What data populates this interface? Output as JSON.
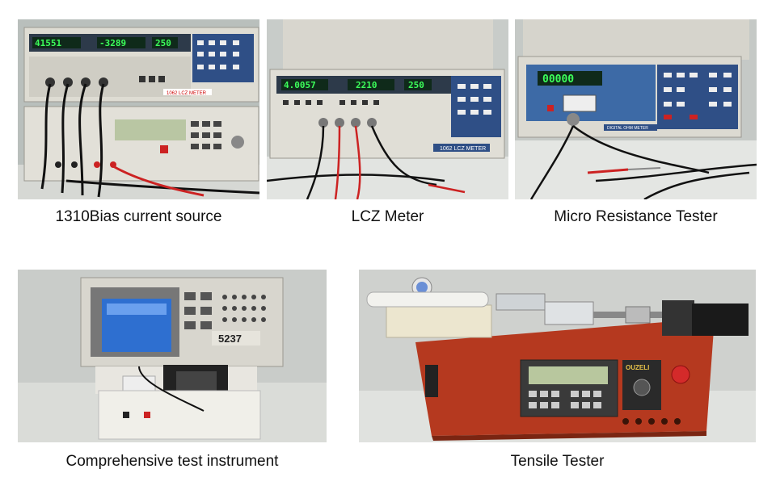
{
  "gallery": {
    "items": [
      {
        "caption": "1310Bias current source",
        "photo": "bias-current-source-photo",
        "display_readings": [
          "41551",
          "-3289",
          "250"
        ],
        "panel_label": "1062 LCZ METER"
      },
      {
        "caption": "LCZ Meter",
        "photo": "lcz-meter-photo",
        "display_readings": [
          "4.0057",
          "2210",
          "250"
        ],
        "panel_label": "1062 LCZ METER"
      },
      {
        "caption": "Micro Resistance Tester",
        "photo": "micro-resistance-tester-photo",
        "display_readings": [
          "00000"
        ],
        "panel_label": "DIGITAL OHM METER"
      },
      {
        "caption": "Comprehensive test instrument",
        "photo": "comprehensive-test-instrument-photo",
        "display_readings": [
          "5237"
        ]
      },
      {
        "caption": "Tensile Tester",
        "photo": "tensile-tester-photo",
        "panel_label": "OUZELI"
      }
    ]
  },
  "colors": {
    "lcd_green": "#3cff5a",
    "lcd_bg": "#0f2a1a",
    "panel_blue": "#2f4f86",
    "instrument_beige": "#d9d6cc",
    "board_red": "#b5391f"
  }
}
